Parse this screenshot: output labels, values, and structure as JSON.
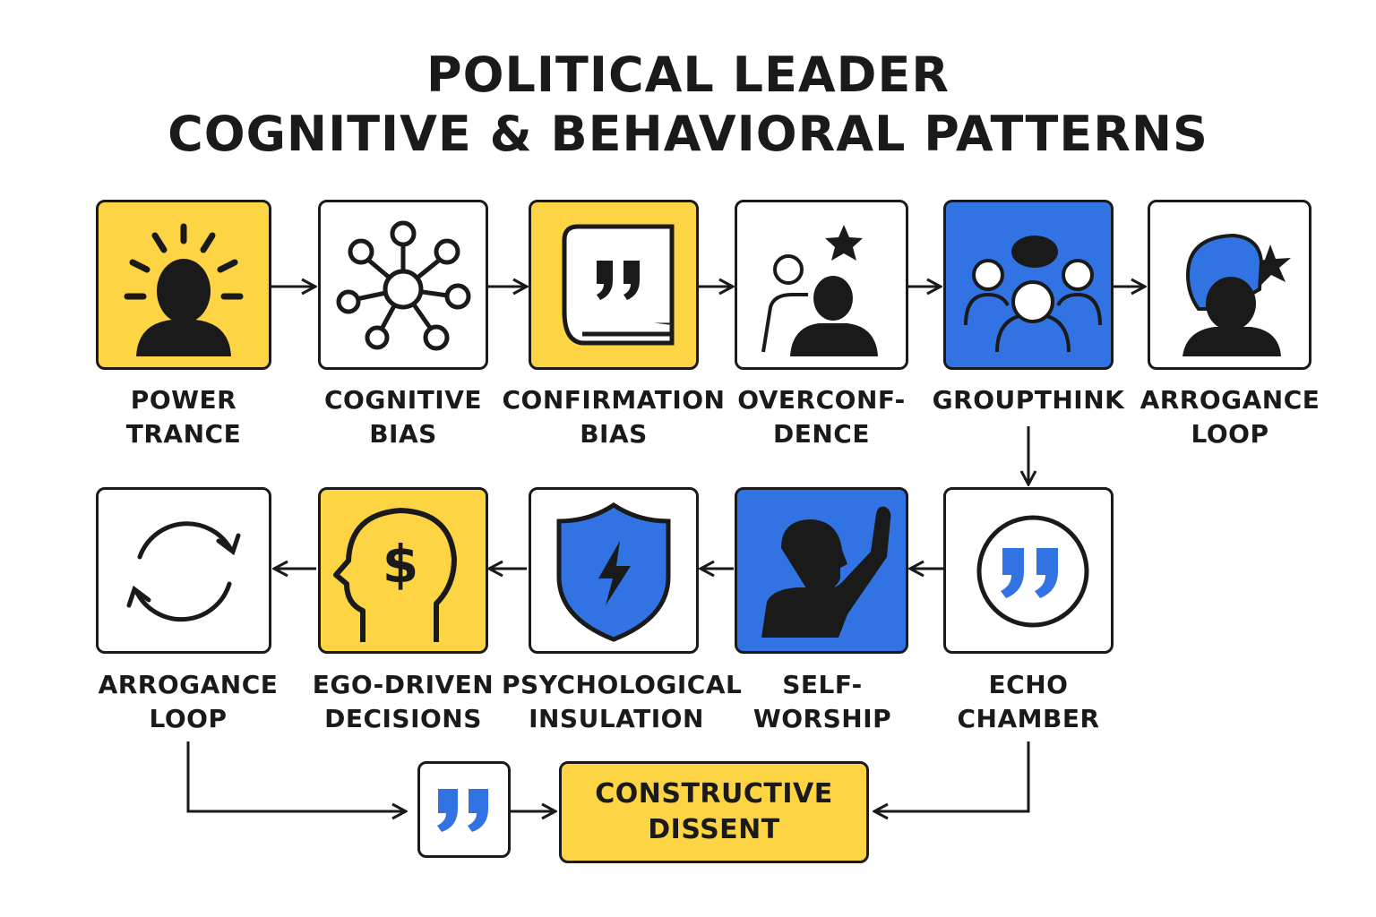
{
  "title": {
    "line1": "POLITICAL LEADER",
    "line2": "COGNITIVE & BEHAVIORAL PATTERNS"
  },
  "colors": {
    "yellow": "#fdd443",
    "blue": "#3273e4",
    "ink": "#1a1a1a"
  },
  "row1": [
    {
      "line1": "POWER",
      "line2": "TRANCE",
      "icon": "head-radiating-icon",
      "fill": "yellow"
    },
    {
      "line1": "COGNITIVE",
      "line2": "BIAS",
      "icon": "network-nodes-icon",
      "fill": "white"
    },
    {
      "line1": "CONFIRMATION",
      "line2": "BIAS",
      "icon": "quote-book-icon",
      "fill": "yellow"
    },
    {
      "line1": "OVERCONF-",
      "line2": "DENCE",
      "icon": "person-star-icon",
      "fill": "white"
    },
    {
      "line1": "GROUPTHINK",
      "line2": "",
      "icon": "group-people-icon",
      "fill": "blue"
    },
    {
      "line1": "ARROGANCE",
      "line2": "LOOP",
      "icon": "head-star-icon",
      "fill": "white"
    }
  ],
  "row2": [
    {
      "line1": "ARROGANCE",
      "line2": "LOOP",
      "icon": "cycle-arrows-icon",
      "fill": "white"
    },
    {
      "line1": "EGO-DRIVEN",
      "line2": "DECISIONS",
      "icon": "head-dollar-icon",
      "fill": "yellow"
    },
    {
      "line1": "PSYCHOLOGICAL",
      "line2": "INSULATION",
      "icon": "shield-bolt-icon",
      "fill": "white"
    },
    {
      "line1": "SELF-",
      "line2": "WORSHIP",
      "icon": "person-raised-hand-icon",
      "fill": "blue"
    },
    {
      "line1": "ECHO",
      "line2": "CHAMBER",
      "icon": "quote-circle-icon",
      "fill": "white"
    }
  ],
  "final": {
    "line1": "CONSTRUCTIVE",
    "line2": "DISSENT",
    "quote_icon": "quote-marks-icon"
  }
}
